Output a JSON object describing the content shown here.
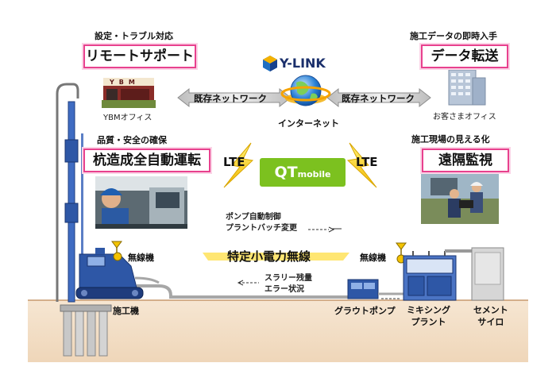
{
  "top_left": {
    "caption": "設定・トラブル対応",
    "box": "リモートサポート"
  },
  "top_right": {
    "caption": "施工データの即時入手",
    "box": "データ転送"
  },
  "brand": {
    "logo": "Y-LINK"
  },
  "ybm": {
    "sign": "YBM",
    "label": "YBMオフィス"
  },
  "customer": {
    "label": "お客さまオフィス"
  },
  "network": {
    "left_arrow": "既存ネットワーク",
    "right_arrow": "既存ネットワーク",
    "internet": "インターネット"
  },
  "mid_left": {
    "caption": "品質・安全の確保",
    "box": "杭造成全自動運転"
  },
  "mid_right": {
    "caption": "施工現場の見える化",
    "box": "遠隔監視"
  },
  "lte": {
    "left": "LTE",
    "right": "LTE"
  },
  "qt": {
    "q": "QT",
    "mobile": "mobile"
  },
  "radio": {
    "top_lines": [
      "ポンプ自動制御",
      "プラントバッチ変更"
    ],
    "title": "特定小電力無線",
    "bottom_lines": [
      "スラリー残量",
      "エラー状況"
    ],
    "left_label": "無線機",
    "right_label": "無線機"
  },
  "equipment": {
    "rig": "施工機",
    "pump": "グラウトポンプ",
    "plant": [
      "ミキシング",
      "プラント"
    ],
    "silo": [
      "セメント",
      "サイロ"
    ]
  },
  "colors": {
    "pink": "#e8418e",
    "green": "#7cc11f",
    "blue": "#2e57a6",
    "ground": "#f2dcc2"
  }
}
